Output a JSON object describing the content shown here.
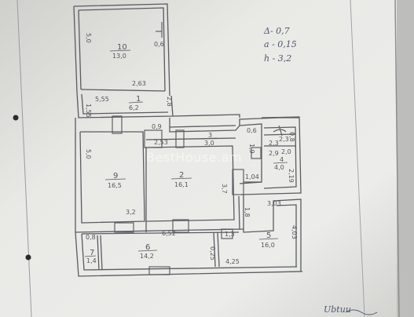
{
  "watermark": "BestHouse.am",
  "notes": {
    "line1": "Δ- 0,7",
    "line2": "a - 0,15",
    "line3": "h - 3,2"
  },
  "signature": "Ubtuu",
  "rooms": {
    "r1": {
      "number": "10",
      "area": "13,0"
    },
    "r2": {
      "number": "1",
      "area": "6,2"
    },
    "r3": {
      "number": "9",
      "area": "16,5"
    },
    "r4": {
      "number": "2",
      "area": "16,1"
    },
    "r5": {
      "number": "3",
      "area": "3,0"
    },
    "r6": {
      "number": "5",
      "area": "16,0"
    },
    "r7": {
      "number": "6",
      "area": "14,2"
    },
    "r8": {
      "number": "7",
      "area": "1,4"
    },
    "r9": {
      "number": "4",
      "area": "4,0"
    }
  },
  "dims": {
    "d1": "5,0",
    "d2": "0,6",
    "d3": "2,63",
    "d4": "1,55",
    "d5": "5,55",
    "d6": "2,8",
    "d7": "0,9",
    "d8": "2,53",
    "d9": "5,0",
    "d10": "3,7",
    "d11": "3,2",
    "d12": "0,6",
    "d13": "2,3",
    "d14": "2,0",
    "d15": "2,19",
    "d16": "1,04",
    "d17": "1,8",
    "d18": "3,03",
    "d19": "4,03",
    "d20": "6,52",
    "d21": "1,3",
    "d22": "0,25",
    "d23": "4,25",
    "d24": "0,8",
    "d25": "1,9",
    "d26": "0,8",
    "d27": "2,3",
    "d28": "2,9"
  }
}
